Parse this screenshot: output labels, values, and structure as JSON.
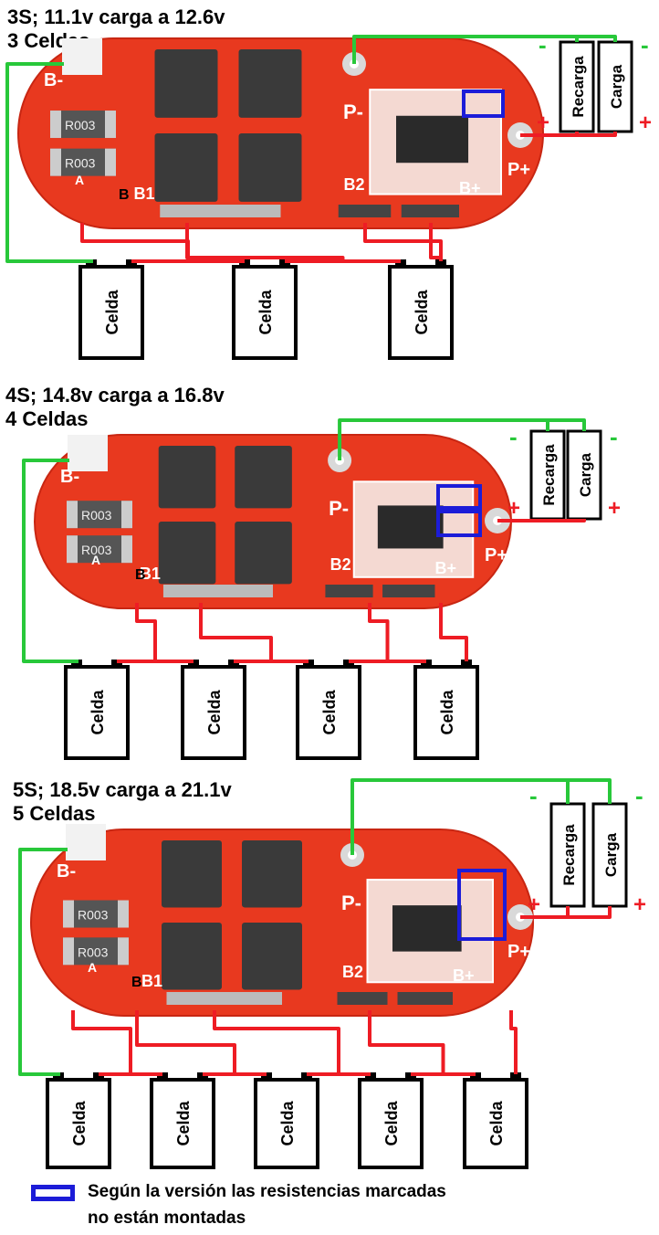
{
  "colors": {
    "pcb": "#e8391f",
    "pcb_dark": "#c82612",
    "mosfet": "#3a3a3a",
    "wire_green": "#28c83a",
    "wire_red": "#ee1c24",
    "marker_blue": "#1c1cd8",
    "pad": "#d9d9d9"
  },
  "sections": [
    {
      "title_line1": "3S; 11.1v carga a 12.6v",
      "title_line2": "3 Celdas",
      "cells": [
        "Celda",
        "Celda",
        "Celda"
      ],
      "load1": "Recarga",
      "load2": "Carga",
      "pcb_labels": {
        "bminus": "B-",
        "pminus": "P-",
        "pplus": "P+",
        "bplus": "B+",
        "b1": "B1",
        "b2": "B2",
        "b": "B",
        "a": "A"
      },
      "resistor_text": "R003",
      "sign_minus": "-",
      "sign_plus": "+"
    },
    {
      "title_line1": "4S; 14.8v carga a 16.8v",
      "title_line2": "4 Celdas",
      "cells": [
        "Celda",
        "Celda",
        "Celda",
        "Celda"
      ],
      "load1": "Recarga",
      "load2": "Carga",
      "pcb_labels": {
        "bminus": "B-",
        "pminus": "P-",
        "pplus": "P+",
        "bplus": "B+",
        "b1": "B1",
        "b2": "B2",
        "b": "B",
        "a": "A"
      },
      "resistor_text": "R003",
      "sign_minus": "-",
      "sign_plus": "+"
    },
    {
      "title_line1": "5S; 18.5v carga a 21.1v",
      "title_line2": "5 Celdas",
      "cells": [
        "Celda",
        "Celda",
        "Celda",
        "Celda",
        "Celda"
      ],
      "load1": "Recarga",
      "load2": "Carga",
      "pcb_labels": {
        "bminus": "B-",
        "pminus": "P-",
        "pplus": "P+",
        "bplus": "B+",
        "b1": "B1",
        "b2": "B2",
        "b": "B",
        "a": "A"
      },
      "resistor_text": "R003",
      "sign_minus": "-",
      "sign_plus": "+"
    }
  ],
  "legend": {
    "line1": "Según la versión las resistencias marcadas",
    "line2": "no están montadas"
  }
}
